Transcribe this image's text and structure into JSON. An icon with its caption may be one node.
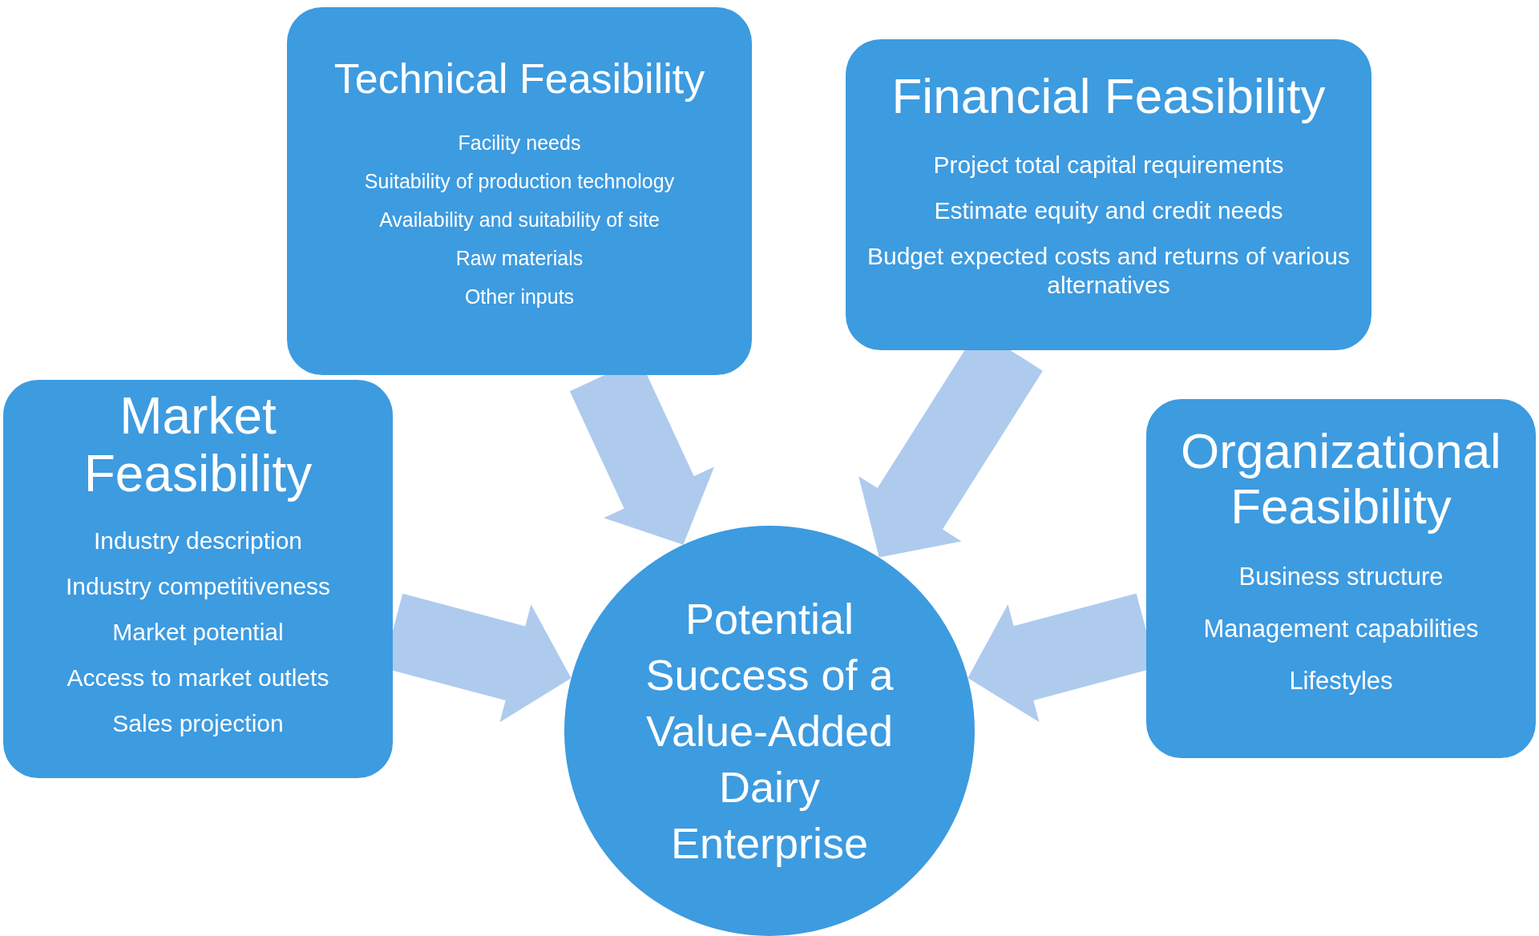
{
  "diagram": {
    "nodes": [
      {
        "text": [
          "Technical Feasibility",
          "Facility needs",
          "Suitability of production technology",
          "Availability and suitability of site",
          "Raw materials",
          "Other inputs"
        ]
      },
      {
        "text": [
          "Financial Feasibility",
          "Project total capital requirements",
          "Estimate equity and credit needs",
          "Budget expected costs and returns of various alternatives"
        ]
      },
      {
        "text": [
          "Market Feasibility",
          "Industry description",
          "Industry competitiveness",
          "Market potential",
          "Access to market outlets",
          "Sales projection"
        ]
      },
      {
        "text": [
          "Organizational Feasibility",
          "Business structure",
          "Management capabilities",
          "Lifestyles"
        ]
      },
      {
        "text": [
          "Potential Success of a Value-Added Dairy Enterprise"
        ]
      }
    ],
    "edges": [
      {
        "from": 0,
        "to": 4,
        "arrow": "to"
      },
      {
        "from": 1,
        "to": 4,
        "arrow": "to"
      },
      {
        "from": 2,
        "to": 4,
        "arrow": "to"
      },
      {
        "from": 3,
        "to": 4,
        "arrow": "to"
      }
    ]
  }
}
